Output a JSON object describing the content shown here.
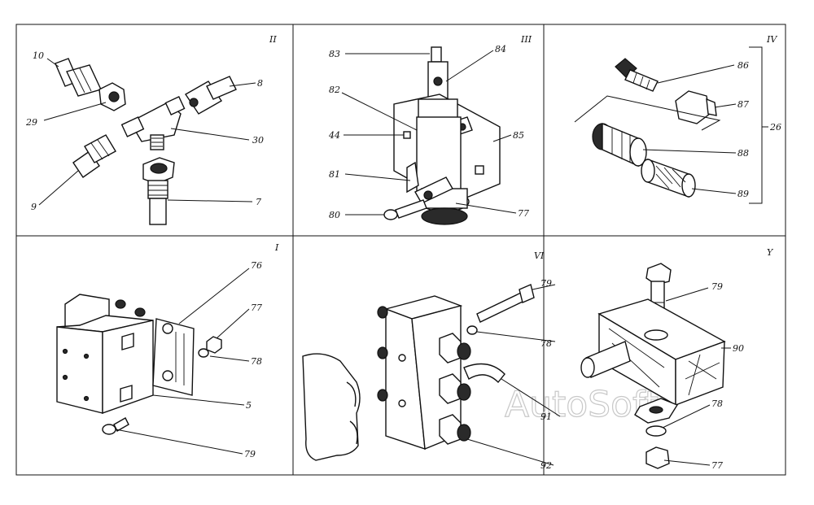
{
  "watermark": "AutoSoft",
  "panels": [
    {
      "id": "II",
      "roman": "II",
      "labels": [
        "10",
        "8",
        "29",
        "30",
        "9",
        "7"
      ]
    },
    {
      "id": "III",
      "roman": "III",
      "labels": [
        "83",
        "84",
        "82",
        "44",
        "85",
        "81",
        "80",
        "77"
      ]
    },
    {
      "id": "IV",
      "roman": "IV",
      "labels": [
        "86",
        "87",
        "26",
        "88",
        "89"
      ]
    },
    {
      "id": "I",
      "roman": "I",
      "labels": [
        "76",
        "77",
        "78",
        "5",
        "79"
      ]
    },
    {
      "id": "VI",
      "roman": "VI",
      "labels": [
        "79",
        "78",
        "91",
        "92"
      ]
    },
    {
      "id": "V",
      "roman": "Y",
      "labels": [
        "79",
        "90",
        "78",
        "77"
      ]
    }
  ]
}
